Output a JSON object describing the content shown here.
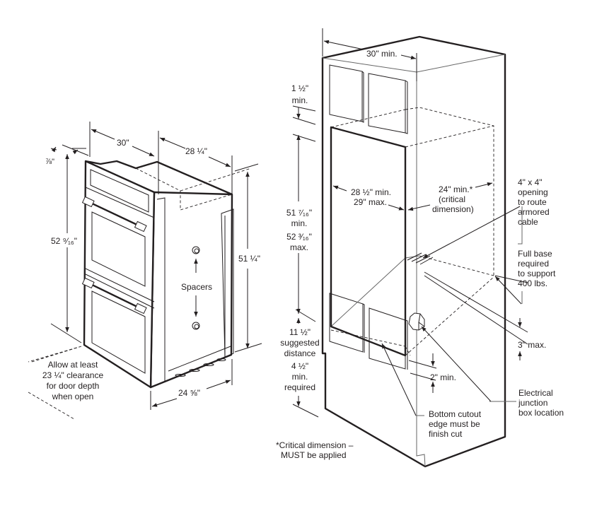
{
  "oven": {
    "width_label": "30\"",
    "depth_label": "28 ¼\"",
    "trim_label": "⅞\"",
    "overall_height_label": "52 ⁹⁄₁₆\"",
    "body_height_label": "51 ¼\"",
    "body_depth_label": "24 ⅝\"",
    "spacers_label": "Spacers",
    "clearance_note": [
      "Allow at least",
      "23 ¼\" clearance",
      "for door depth",
      "when open"
    ]
  },
  "cabinet": {
    "width_label": "30\" min.",
    "top_gap": [
      "1 ½\"",
      "min."
    ],
    "cutout_height": [
      "51 ⁷⁄₁₆\"",
      "min.",
      "52 ³⁄₁₆\"",
      "max."
    ],
    "cutout_width": [
      "28 ½\" min.",
      "29\" max."
    ],
    "depth": [
      "24\" min.*",
      "(critical",
      "dimension)"
    ],
    "opening": [
      "4\" x 4\"",
      "opening",
      "to route",
      "armored",
      "cable"
    ],
    "base": [
      "Full base",
      "required",
      "to support",
      "400 lbs."
    ],
    "suggested": [
      "11 ½\"",
      "suggested",
      "distance"
    ],
    "bottom_gap": [
      "4 ½\"",
      "min.",
      "required"
    ],
    "three_max": "3\" max.",
    "two_min": "2\" min.",
    "junction": [
      "Electrical",
      "junction",
      "box location"
    ],
    "cutout_edge": [
      "Bottom cutout",
      "edge must be",
      "finish cut"
    ],
    "footnote": [
      "*Critical dimension –",
      "MUST be applied"
    ]
  }
}
